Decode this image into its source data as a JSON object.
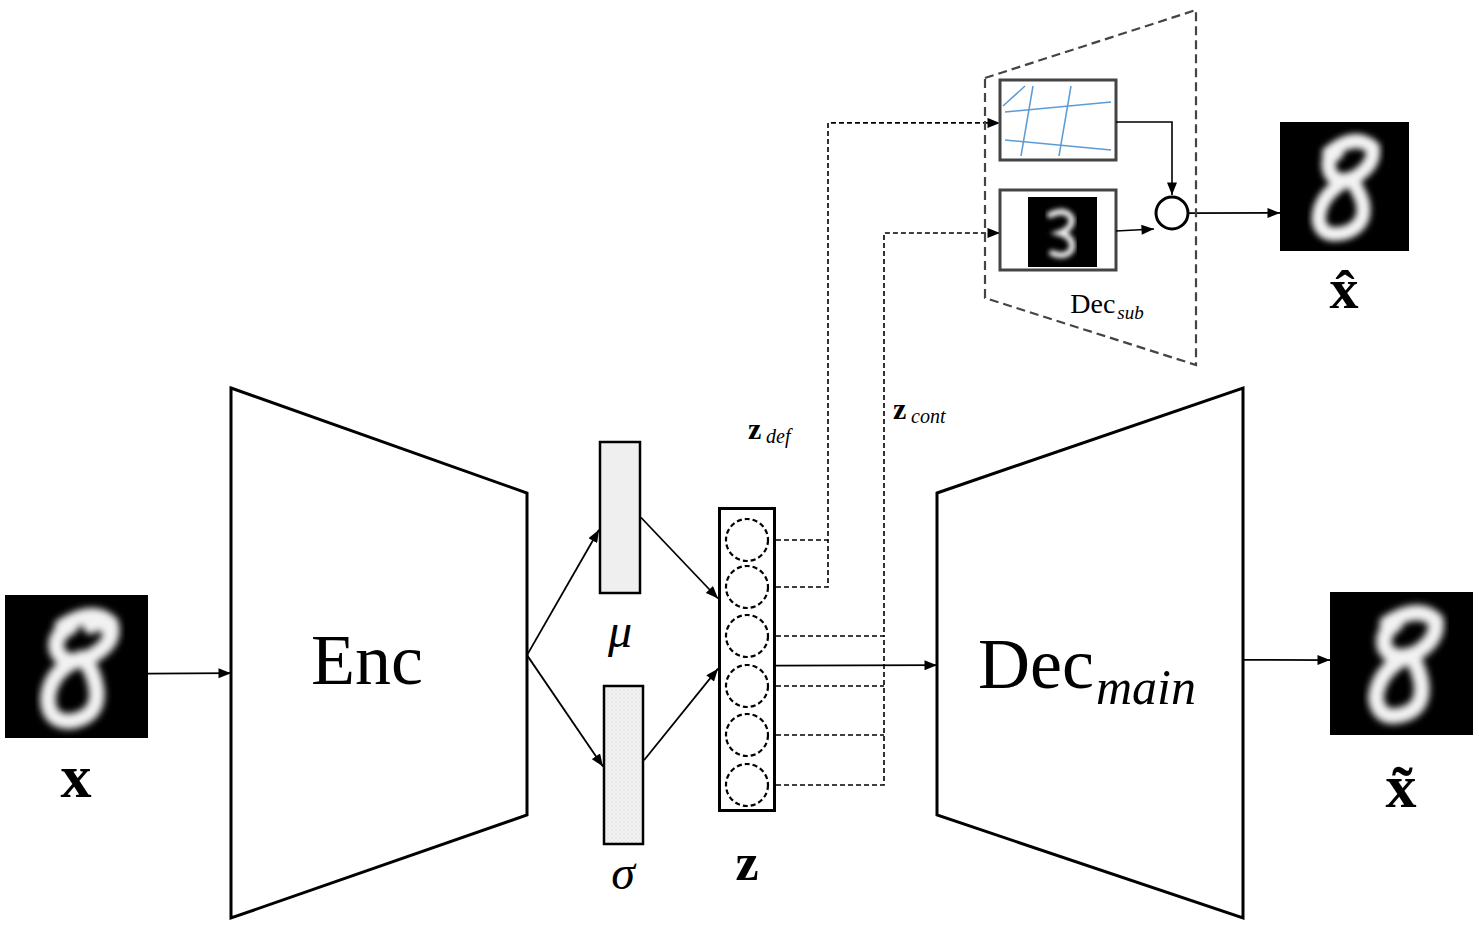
{
  "diagram": {
    "nodes": [
      {
        "text": [
          "x"
        ]
      },
      {
        "text": [
          "Enc"
        ]
      },
      {
        "text": [
          "μ"
        ]
      },
      {
        "text": [
          "σ"
        ]
      },
      {
        "text": [
          "z"
        ]
      },
      {
        "text": [
          "Dec",
          "sub"
        ]
      },
      {
        "text": [
          "x̂"
        ]
      },
      {
        "text": [
          "Dec",
          "main"
        ]
      },
      {
        "text": [
          "x̃"
        ]
      }
    ],
    "edges": [
      {
        "from": 0,
        "to": 1,
        "arrow": "to"
      },
      {
        "from": 1,
        "to": 2,
        "arrow": "to"
      },
      {
        "from": 1,
        "to": 3,
        "arrow": "to"
      },
      {
        "from": 2,
        "to": 4,
        "arrow": "to"
      },
      {
        "from": 3,
        "to": 4,
        "arrow": "to"
      },
      {
        "from": 4,
        "to": 7,
        "arrow": "to"
      },
      {
        "from": 7,
        "to": 8,
        "arrow": "to"
      },
      {
        "from": 4,
        "to": 5,
        "arrow": "to"
      },
      {
        "from": 4,
        "to": 5,
        "arrow": "to"
      },
      {
        "from": 5,
        "to": 6,
        "arrow": "to"
      }
    ],
    "labels": [
      "z",
      "def",
      "z",
      "cont"
    ]
  }
}
